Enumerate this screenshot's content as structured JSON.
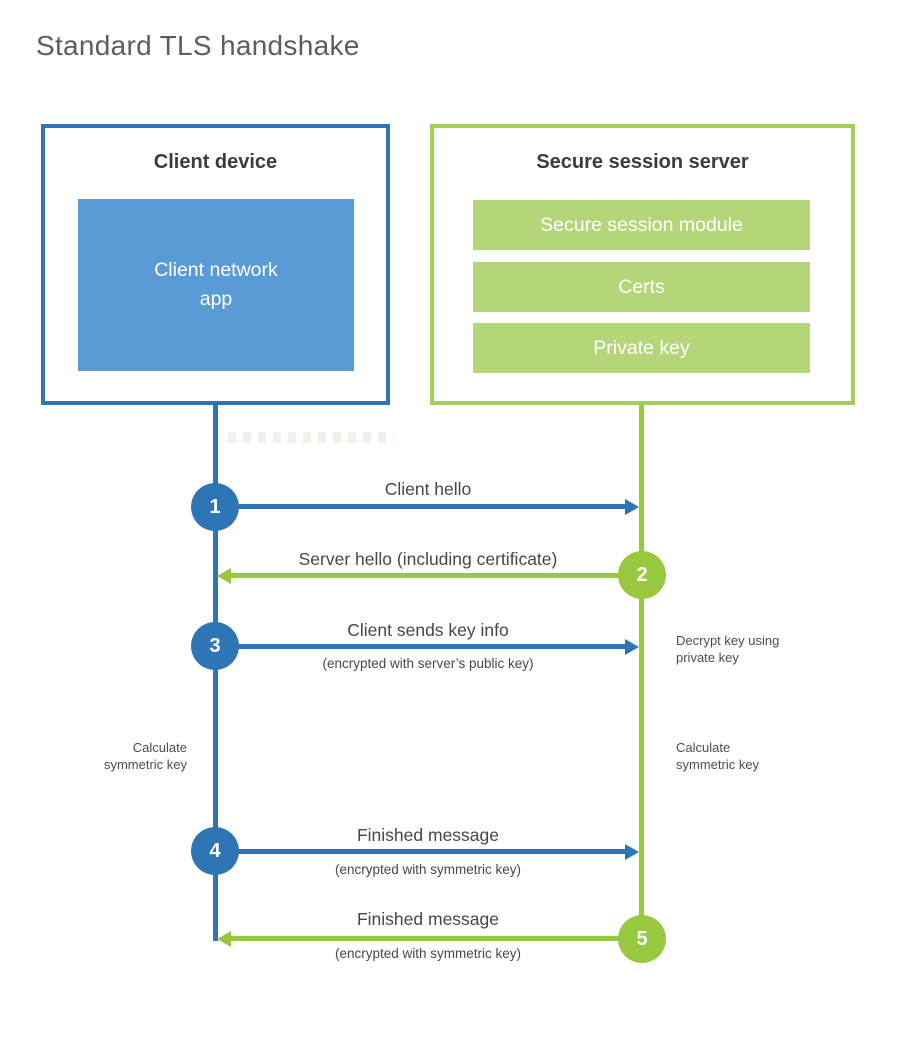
{
  "title": "Standard TLS handshake",
  "colors": {
    "blue": "#2e75b6",
    "blue_fill": "#5b9bd5",
    "green": "#97c83e",
    "green_fill": "#b4d678"
  },
  "client": {
    "title": "Client device",
    "app_label": "Client network app"
  },
  "server": {
    "title": "Secure session server",
    "modules": [
      "Secure session module",
      "Certs",
      "Private key"
    ]
  },
  "steps": [
    {
      "num": "1",
      "label": "Client hello",
      "sublabel": "",
      "direction": "client-to-server",
      "color": "blue"
    },
    {
      "num": "2",
      "label": "Server hello (including certificate)",
      "sublabel": "",
      "direction": "server-to-client",
      "color": "green"
    },
    {
      "num": "3",
      "label": "Client sends key info",
      "sublabel": "(encrypted with server’s public key)",
      "direction": "client-to-server",
      "color": "blue"
    },
    {
      "num": "4",
      "label": "Finished message",
      "sublabel": "(encrypted with symmetric key)",
      "direction": "client-to-server",
      "color": "blue"
    },
    {
      "num": "5",
      "label": "Finished message",
      "sublabel": "(encrypted with symmetric key)",
      "direction": "server-to-client",
      "color": "green"
    }
  ],
  "notes": {
    "decrypt": "Decrypt key using\nprivate key",
    "calc_left": "Calculate\nsymmetric key",
    "calc_right": "Calculate\nsymmetric key"
  }
}
